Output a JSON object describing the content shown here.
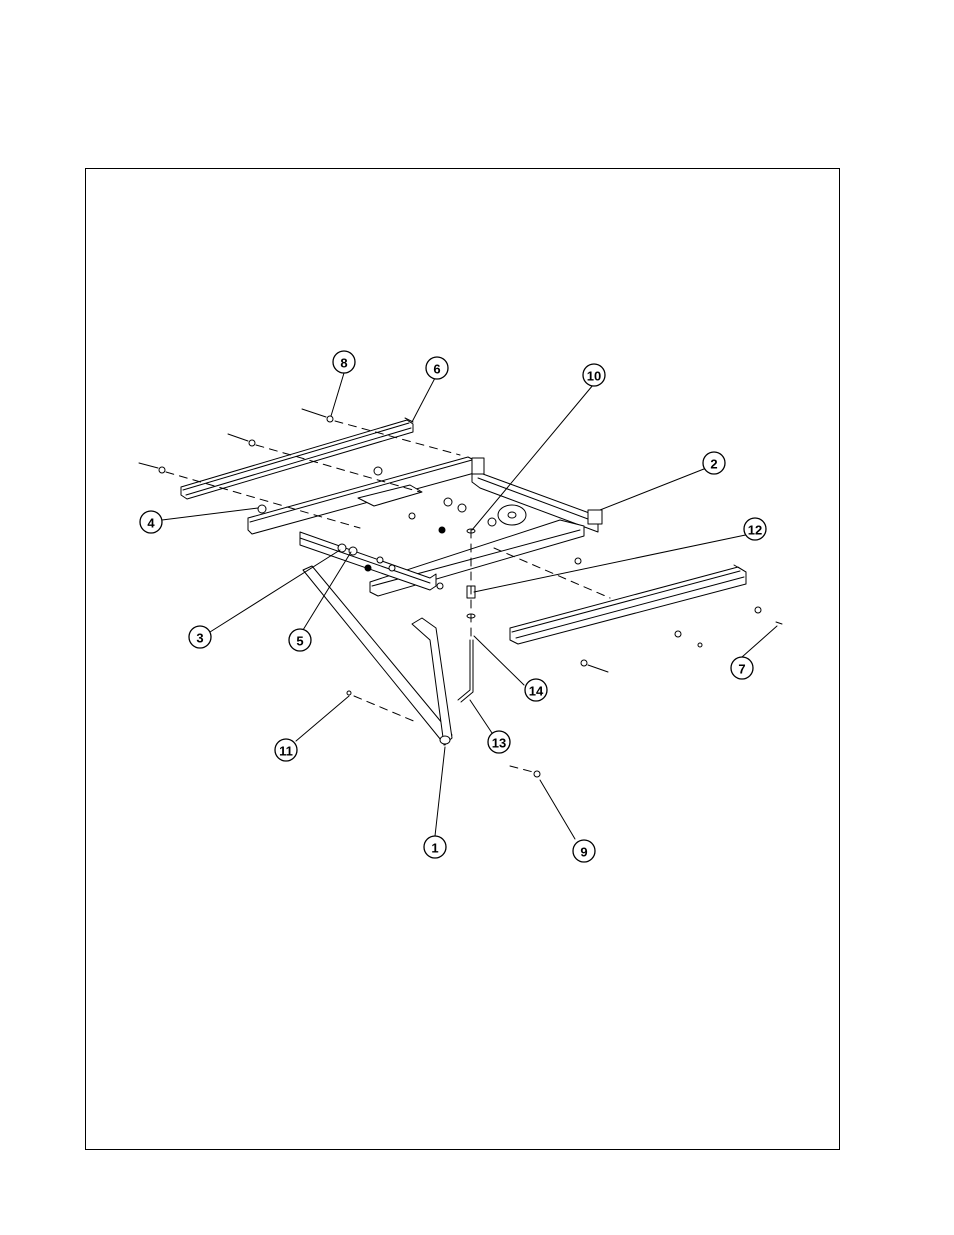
{
  "diagram": {
    "callouts": [
      {
        "id": "1",
        "label": "1"
      },
      {
        "id": "2",
        "label": "2"
      },
      {
        "id": "3",
        "label": "3"
      },
      {
        "id": "4",
        "label": "4"
      },
      {
        "id": "5",
        "label": "5"
      },
      {
        "id": "6",
        "label": "6"
      },
      {
        "id": "7",
        "label": "7"
      },
      {
        "id": "8",
        "label": "8"
      },
      {
        "id": "9",
        "label": "9"
      },
      {
        "id": "10",
        "label": "10"
      },
      {
        "id": "11",
        "label": "11"
      },
      {
        "id": "12",
        "label": "12"
      },
      {
        "id": "13",
        "label": "13"
      },
      {
        "id": "14",
        "label": "14"
      }
    ],
    "colors": {
      "line": "#000000",
      "background": "#ffffff"
    }
  }
}
